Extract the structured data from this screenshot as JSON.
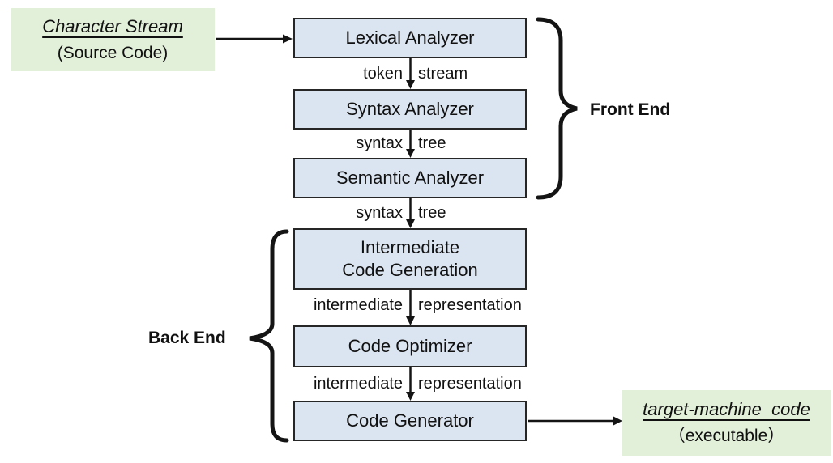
{
  "diagram": {
    "source": {
      "title": "Character Stream",
      "subtitle": "(Source Code)"
    },
    "target": {
      "title": "target-machine  code",
      "subtitle": "（executable）"
    },
    "stages": [
      {
        "lines": [
          "Lexical Analyzer"
        ]
      },
      {
        "lines": [
          "Syntax Analyzer"
        ]
      },
      {
        "lines": [
          "Semantic Analyzer"
        ]
      },
      {
        "lines": [
          "Intermediate",
          "Code Generation"
        ]
      },
      {
        "lines": [
          "Code Optimizer"
        ]
      },
      {
        "lines": [
          "Code Generator"
        ]
      }
    ],
    "flows": [
      {
        "left": "token",
        "right": "stream"
      },
      {
        "left": "syntax",
        "right": "tree"
      },
      {
        "left": "syntax",
        "right": "tree"
      },
      {
        "left": "intermediate",
        "right": "representation"
      },
      {
        "left": "intermediate",
        "right": "representation"
      }
    ],
    "groups": {
      "front_end": "Front End",
      "back_end": "Back End"
    },
    "colors": {
      "stage_fill": "#dbe5f1",
      "stage_border": "#262626",
      "endpoint_fill": "#e2efd9",
      "line": "#141414",
      "text": "#111111"
    }
  }
}
